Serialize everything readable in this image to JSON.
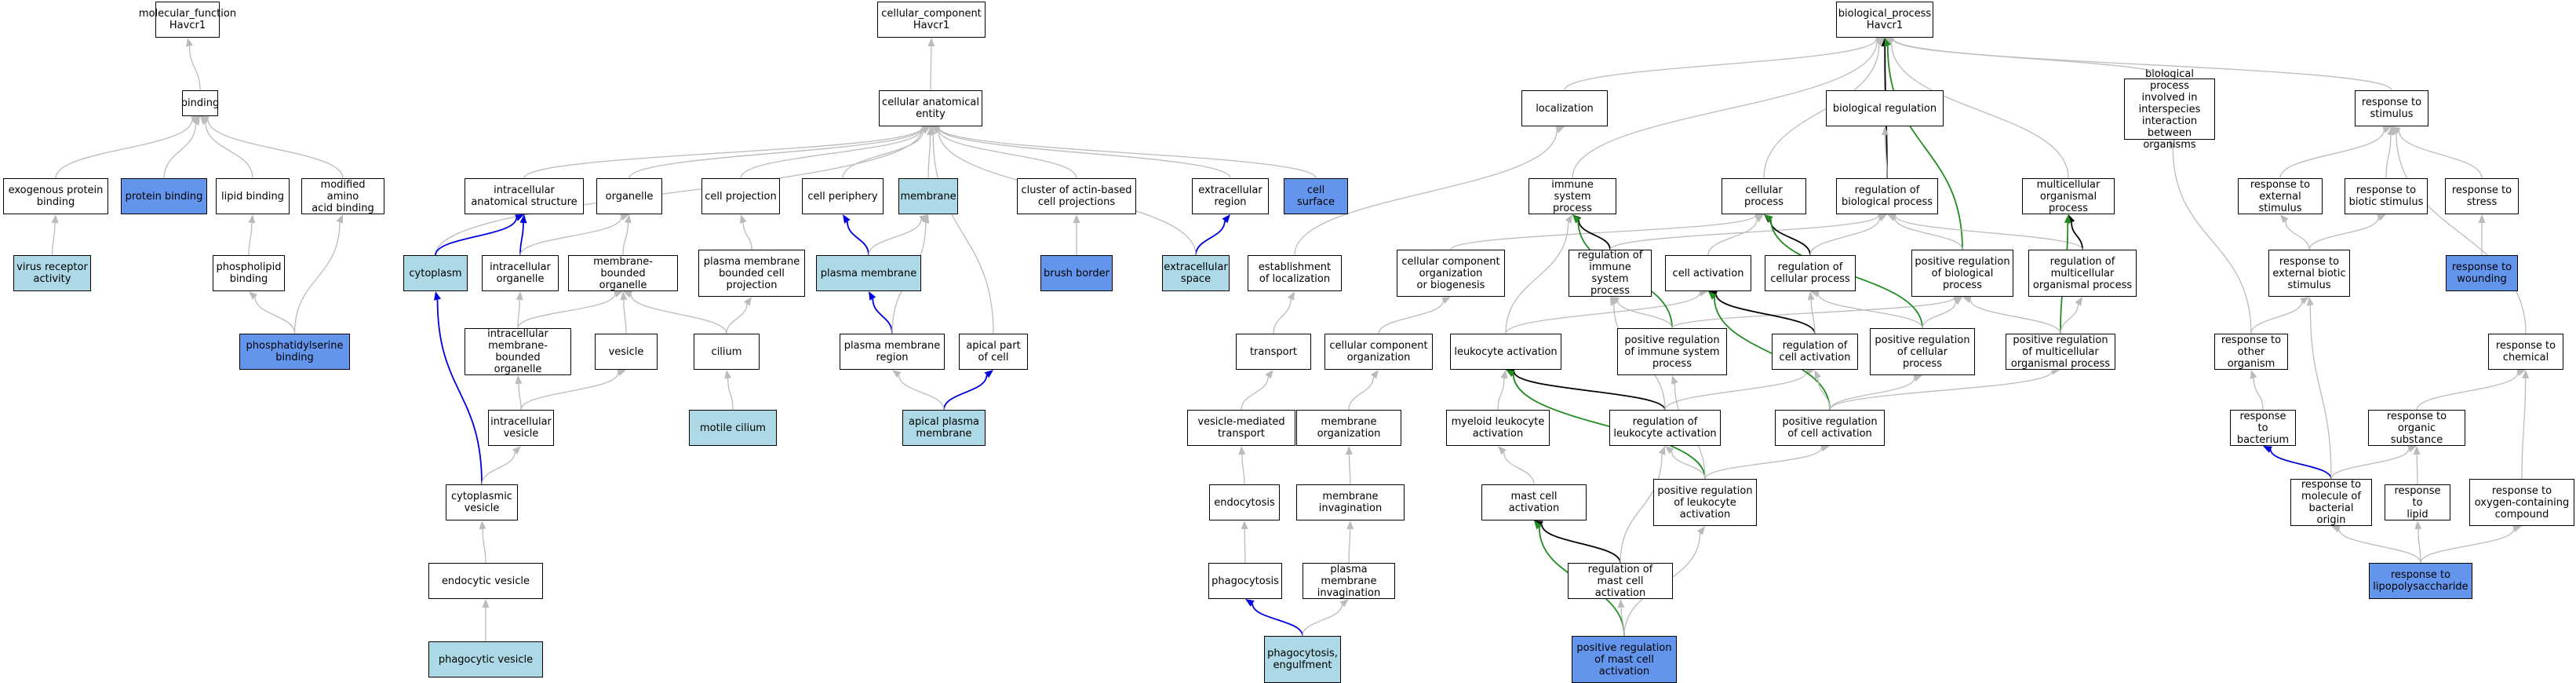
{
  "colors": {
    "plain": "#ffffff",
    "light": "#add8e6",
    "strong": "#6495ed",
    "edge_gray": "#bbbbbb",
    "edge_black": "#000000",
    "edge_blue": "#0000dd",
    "edge_green": "#228b22"
  },
  "nodes": [
    {
      "id": "mf",
      "label": "molecular_function\nHavcr1",
      "fill": "plain"
    },
    {
      "id": "binding",
      "label": "binding",
      "fill": "plain"
    },
    {
      "id": "exo",
      "label": "exogenous protein\nbinding",
      "fill": "plain"
    },
    {
      "id": "protbind",
      "label": "protein binding",
      "fill": "strong"
    },
    {
      "id": "lipidbind",
      "label": "lipid binding",
      "fill": "plain"
    },
    {
      "id": "modamino",
      "label": "modified amino\nacid binding",
      "fill": "plain"
    },
    {
      "id": "virus",
      "label": "virus receptor\nactivity",
      "fill": "light"
    },
    {
      "id": "phospho",
      "label": "phospholipid\nbinding",
      "fill": "plain"
    },
    {
      "id": "pserine",
      "label": "phosphatidylserine\nbinding",
      "fill": "strong"
    },
    {
      "id": "cc",
      "label": "cellular_component\nHavcr1",
      "fill": "plain"
    },
    {
      "id": "cae",
      "label": "cellular anatomical\nentity",
      "fill": "plain"
    },
    {
      "id": "ias",
      "label": "intracellular\nanatomical structure",
      "fill": "plain"
    },
    {
      "id": "organelle",
      "label": "organelle",
      "fill": "plain"
    },
    {
      "id": "cellproj",
      "label": "cell projection",
      "fill": "plain"
    },
    {
      "id": "periph",
      "label": "cell periphery",
      "fill": "plain"
    },
    {
      "id": "membrane",
      "label": "membrane",
      "fill": "light"
    },
    {
      "id": "actin",
      "label": "cluster of actin-based\ncell projections",
      "fill": "plain"
    },
    {
      "id": "extreg",
      "label": "extracellular\nregion",
      "fill": "plain"
    },
    {
      "id": "cellsurf",
      "label": "cell surface",
      "fill": "strong"
    },
    {
      "id": "cytoplasm",
      "label": "cytoplasm",
      "fill": "light"
    },
    {
      "id": "intorg",
      "label": "intracellular\norganelle",
      "fill": "plain"
    },
    {
      "id": "membound",
      "label": "membrane-bounded\norganelle",
      "fill": "plain"
    },
    {
      "id": "pmbcp",
      "label": "plasma membrane\nbounded cell\nprojection",
      "fill": "plain"
    },
    {
      "id": "pm",
      "label": "plasma membrane",
      "fill": "light"
    },
    {
      "id": "brush",
      "label": "brush border",
      "fill": "strong"
    },
    {
      "id": "extspace",
      "label": "extracellular\nspace",
      "fill": "light"
    },
    {
      "id": "imbo",
      "label": "intracellular\nmembrane-bounded\norganelle",
      "fill": "plain"
    },
    {
      "id": "vesicle",
      "label": "vesicle",
      "fill": "plain"
    },
    {
      "id": "cilium",
      "label": "cilium",
      "fill": "plain"
    },
    {
      "id": "pmregion",
      "label": "plasma membrane\nregion",
      "fill": "plain"
    },
    {
      "id": "apicalpart",
      "label": "apical part\nof cell",
      "fill": "plain"
    },
    {
      "id": "intves",
      "label": "intracellular\nvesicle",
      "fill": "plain"
    },
    {
      "id": "motile",
      "label": "motile cilium",
      "fill": "light"
    },
    {
      "id": "apm",
      "label": "apical plasma\nmembrane",
      "fill": "light"
    },
    {
      "id": "cytoves",
      "label": "cytoplasmic\nvesicle",
      "fill": "plain"
    },
    {
      "id": "endoves",
      "label": "endocytic vesicle",
      "fill": "plain"
    },
    {
      "id": "phagoves",
      "label": "phagocytic vesicle",
      "fill": "light"
    },
    {
      "id": "bp",
      "label": "biological_process\nHavcr1",
      "fill": "plain"
    },
    {
      "id": "local",
      "label": "localization",
      "fill": "plain"
    },
    {
      "id": "biore",
      "label": "biological regulation",
      "fill": "plain"
    },
    {
      "id": "interspec",
      "label": "biological process\ninvolved in\ninterspecies\ninteraction\nbetween organisms",
      "fill": "plain"
    },
    {
      "id": "resstim",
      "label": "response to\nstimulus",
      "fill": "plain"
    },
    {
      "id": "immsys",
      "label": "immune system\nprocess",
      "fill": "plain"
    },
    {
      "id": "cellproc",
      "label": "cellular process",
      "fill": "plain"
    },
    {
      "id": "regbio",
      "label": "regulation of\nbiological process",
      "fill": "plain"
    },
    {
      "id": "multi",
      "label": "multicellular\norganismal process",
      "fill": "plain"
    },
    {
      "id": "resext",
      "label": "response to\nexternal stimulus",
      "fill": "plain"
    },
    {
      "id": "resbiotic",
      "label": "response to biotic stimulus",
      "fill": "plain"
    },
    {
      "id": "resstress",
      "label": "response to\nstress",
      "fill": "plain"
    },
    {
      "id": "estloc",
      "label": "establishment\nof localization",
      "fill": "plain"
    },
    {
      "id": "ccob",
      "label": "cellular component\norganization\nor biogenesis",
      "fill": "plain"
    },
    {
      "id": "regimm",
      "label": "regulation of\nimmune system\nprocess",
      "fill": "plain"
    },
    {
      "id": "cellact",
      "label": "cell activation",
      "fill": "plain"
    },
    {
      "id": "regcell",
      "label": "regulation of\ncellular process",
      "fill": "plain"
    },
    {
      "id": "posregbio",
      "label": "positive regulation\nof biological\nprocess",
      "fill": "plain"
    },
    {
      "id": "regmulti",
      "label": "regulation of\nmulticellular\norganismal process",
      "fill": "plain"
    },
    {
      "id": "resextbio",
      "label": "response to\nexternal biotic\nstimulus",
      "fill": "plain"
    },
    {
      "id": "reswound",
      "label": "response to\nwounding",
      "fill": "strong"
    },
    {
      "id": "transport",
      "label": "transport",
      "fill": "plain"
    },
    {
      "id": "ccorg",
      "label": "cellular component\norganization",
      "fill": "plain"
    },
    {
      "id": "leukact",
      "label": "leukocyte activation",
      "fill": "plain"
    },
    {
      "id": "posregimm",
      "label": "positive regulation\nof immune system\nprocess",
      "fill": "plain"
    },
    {
      "id": "regcellact",
      "label": "regulation of\ncell activation",
      "fill": "plain"
    },
    {
      "id": "posregcell",
      "label": "positive regulation\nof cellular\nprocess",
      "fill": "plain"
    },
    {
      "id": "posregmulti",
      "label": "positive regulation\nof multicellular\norganismal process",
      "fill": "plain"
    },
    {
      "id": "resother",
      "label": "response to\nother organism",
      "fill": "plain"
    },
    {
      "id": "reschem",
      "label": "response to\nchemical",
      "fill": "plain"
    },
    {
      "id": "vesmed",
      "label": "vesicle-mediated\ntransport",
      "fill": "plain"
    },
    {
      "id": "memorg",
      "label": "membrane organization",
      "fill": "plain"
    },
    {
      "id": "myeloid",
      "label": "myeloid leukocyte\nactivation",
      "fill": "plain"
    },
    {
      "id": "regleuk",
      "label": "regulation of\nleukocyte activation",
      "fill": "plain"
    },
    {
      "id": "posregcellact",
      "label": "positive regulation\nof cell activation",
      "fill": "plain"
    },
    {
      "id": "resbact",
      "label": "response to\nbacterium",
      "fill": "plain"
    },
    {
      "id": "resorg",
      "label": "response to\norganic substance",
      "fill": "plain"
    },
    {
      "id": "endocyt",
      "label": "endocytosis",
      "fill": "plain"
    },
    {
      "id": "meminv",
      "label": "membrane invagination",
      "fill": "plain"
    },
    {
      "id": "mastact",
      "label": "mast cell activation",
      "fill": "plain"
    },
    {
      "id": "posregleuk",
      "label": "positive regulation\nof leukocyte\nactivation",
      "fill": "plain"
    },
    {
      "id": "resmolbact",
      "label": "response to\nmolecule of\nbacterial origin",
      "fill": "plain"
    },
    {
      "id": "reslipid",
      "label": "response to\nlipid",
      "fill": "plain"
    },
    {
      "id": "resoxy",
      "label": "response to\noxygen-containing\ncompound",
      "fill": "plain"
    },
    {
      "id": "phagocyt",
      "label": "phagocytosis",
      "fill": "plain"
    },
    {
      "id": "pminv",
      "label": "plasma membrane\ninvagination",
      "fill": "plain"
    },
    {
      "id": "regmast",
      "label": "regulation of\nmast cell activation",
      "fill": "plain"
    },
    {
      "id": "reslps",
      "label": "response to\nlipopolysaccharide",
      "fill": "strong"
    },
    {
      "id": "engulf",
      "label": "phagocytosis,\nengulfment",
      "fill": "light"
    },
    {
      "id": "posregmast",
      "label": "positive regulation\nof mast cell\nactivation",
      "fill": "strong"
    }
  ],
  "edges": [
    [
      "binding",
      "mf",
      "gray"
    ],
    [
      "exo",
      "binding",
      "gray"
    ],
    [
      "protbind",
      "binding",
      "gray"
    ],
    [
      "lipidbind",
      "binding",
      "gray"
    ],
    [
      "modamino",
      "binding",
      "gray"
    ],
    [
      "virus",
      "exo",
      "gray"
    ],
    [
      "phospho",
      "lipidbind",
      "gray"
    ],
    [
      "pserine",
      "phospho",
      "gray"
    ],
    [
      "pserine",
      "modamino",
      "gray"
    ],
    [
      "cae",
      "cc",
      "gray"
    ],
    [
      "ias",
      "cae",
      "gray"
    ],
    [
      "organelle",
      "cae",
      "gray"
    ],
    [
      "cellproj",
      "cae",
      "gray"
    ],
    [
      "periph",
      "cae",
      "gray"
    ],
    [
      "membrane",
      "cae",
      "gray"
    ],
    [
      "actin",
      "cae",
      "gray"
    ],
    [
      "extreg",
      "cae",
      "gray"
    ],
    [
      "cellsurf",
      "cae",
      "gray"
    ],
    [
      "cytoplasm",
      "cae",
      "gray"
    ],
    [
      "cytoplasm",
      "ias",
      "blue"
    ],
    [
      "intorg",
      "ias",
      "blue"
    ],
    [
      "intorg",
      "organelle",
      "gray"
    ],
    [
      "membound",
      "organelle",
      "gray"
    ],
    [
      "pmbcp",
      "cellproj",
      "gray"
    ],
    [
      "pm",
      "periph",
      "blue"
    ],
    [
      "pm",
      "membrane",
      "gray"
    ],
    [
      "brush",
      "actin",
      "gray"
    ],
    [
      "extspace",
      "extreg",
      "blue"
    ],
    [
      "extspace",
      "cae",
      "gray"
    ],
    [
      "imbo",
      "intorg",
      "gray"
    ],
    [
      "imbo",
      "membound",
      "gray"
    ],
    [
      "vesicle",
      "membound",
      "gray"
    ],
    [
      "cilium",
      "pmbcp",
      "gray"
    ],
    [
      "cilium",
      "membound",
      "gray"
    ],
    [
      "pmregion",
      "pm",
      "blue"
    ],
    [
      "pmregion",
      "membrane",
      "gray"
    ],
    [
      "apicalpart",
      "cae",
      "gray"
    ],
    [
      "intves",
      "imbo",
      "gray"
    ],
    [
      "intves",
      "vesicle",
      "gray"
    ],
    [
      "motile",
      "cilium",
      "gray"
    ],
    [
      "apm",
      "apicalpart",
      "blue"
    ],
    [
      "apm",
      "pmregion",
      "gray"
    ],
    [
      "cytoves",
      "cytoplasm",
      "blue"
    ],
    [
      "cytoves",
      "intves",
      "gray"
    ],
    [
      "endoves",
      "cytoves",
      "gray"
    ],
    [
      "phagoves",
      "endoves",
      "gray"
    ],
    [
      "local",
      "bp",
      "gray"
    ],
    [
      "biore",
      "bp",
      "gray"
    ],
    [
      "interspec",
      "bp",
      "gray"
    ],
    [
      "resstim",
      "bp",
      "gray"
    ],
    [
      "immsys",
      "bp",
      "gray"
    ],
    [
      "cellproc",
      "bp",
      "gray"
    ],
    [
      "regbio",
      "bp",
      "black"
    ],
    [
      "regbio",
      "biore",
      "gray"
    ],
    [
      "multi",
      "bp",
      "gray"
    ],
    [
      "posregbio",
      "bp",
      "green"
    ],
    [
      "resext",
      "resstim",
      "gray"
    ],
    [
      "resbiotic",
      "resstim",
      "gray"
    ],
    [
      "resstress",
      "resstim",
      "gray"
    ],
    [
      "estloc",
      "local",
      "gray"
    ],
    [
      "ccob",
      "cellproc",
      "gray"
    ],
    [
      "regimm",
      "immsys",
      "black"
    ],
    [
      "regimm",
      "regbio",
      "gray"
    ],
    [
      "cellact",
      "cellproc",
      "gray"
    ],
    [
      "regcell",
      "cellproc",
      "black"
    ],
    [
      "regcell",
      "regbio",
      "gray"
    ],
    [
      "posregbio",
      "regbio",
      "gray"
    ],
    [
      "regmulti",
      "multi",
      "black"
    ],
    [
      "regmulti",
      "regbio",
      "gray"
    ],
    [
      "resextbio",
      "resext",
      "gray"
    ],
    [
      "resextbio",
      "resbiotic",
      "gray"
    ],
    [
      "reswound",
      "resstress",
      "gray"
    ],
    [
      "transport",
      "estloc",
      "gray"
    ],
    [
      "ccorg",
      "ccob",
      "gray"
    ],
    [
      "leukact",
      "cellact",
      "gray"
    ],
    [
      "leukact",
      "immsys",
      "gray"
    ],
    [
      "posregimm",
      "immsys",
      "green"
    ],
    [
      "posregimm",
      "regimm",
      "gray"
    ],
    [
      "posregimm",
      "posregbio",
      "gray"
    ],
    [
      "regcellact",
      "cellact",
      "black"
    ],
    [
      "regcellact",
      "regcell",
      "gray"
    ],
    [
      "posregcell",
      "cellproc",
      "green"
    ],
    [
      "posregcell",
      "regcell",
      "gray"
    ],
    [
      "posregcell",
      "posregbio",
      "gray"
    ],
    [
      "posregmulti",
      "multi",
      "green"
    ],
    [
      "posregmulti",
      "regmulti",
      "gray"
    ],
    [
      "posregmulti",
      "posregbio",
      "gray"
    ],
    [
      "resother",
      "interspec",
      "gray"
    ],
    [
      "resother",
      "resextbio",
      "gray"
    ],
    [
      "reschem",
      "resstim",
      "gray"
    ],
    [
      "vesmed",
      "transport",
      "gray"
    ],
    [
      "memorg",
      "ccorg",
      "gray"
    ],
    [
      "myeloid",
      "leukact",
      "gray"
    ],
    [
      "regleuk",
      "leukact",
      "black"
    ],
    [
      "regleuk",
      "regimm",
      "gray"
    ],
    [
      "regleuk",
      "regcellact",
      "gray"
    ],
    [
      "posregcellact",
      "cellact",
      "green"
    ],
    [
      "posregcellact",
      "regcellact",
      "gray"
    ],
    [
      "posregcellact",
      "posregcell",
      "gray"
    ],
    [
      "posregcellact",
      "posregmulti",
      "gray"
    ],
    [
      "resbact",
      "resother",
      "gray"
    ],
    [
      "resorg",
      "reschem",
      "gray"
    ],
    [
      "endocyt",
      "vesmed",
      "gray"
    ],
    [
      "meminv",
      "memorg",
      "gray"
    ],
    [
      "mastact",
      "myeloid",
      "gray"
    ],
    [
      "posregleuk",
      "leukact",
      "green"
    ],
    [
      "posregleuk",
      "regleuk",
      "gray"
    ],
    [
      "posregleuk",
      "posregimm",
      "gray"
    ],
    [
      "posregleuk",
      "posregcellact",
      "gray"
    ],
    [
      "resmolbact",
      "resbact",
      "blue"
    ],
    [
      "resmolbact",
      "resorg",
      "gray"
    ],
    [
      "resmolbact",
      "resextbio",
      "gray"
    ],
    [
      "reslipid",
      "resorg",
      "gray"
    ],
    [
      "resoxy",
      "reschem",
      "gray"
    ],
    [
      "phagocyt",
      "endocyt",
      "gray"
    ],
    [
      "pminv",
      "meminv",
      "gray"
    ],
    [
      "regmast",
      "mastact",
      "black"
    ],
    [
      "regmast",
      "regleuk",
      "gray"
    ],
    [
      "reslps",
      "resmolbact",
      "gray"
    ],
    [
      "reslps",
      "reslipid",
      "gray"
    ],
    [
      "reslps",
      "resoxy",
      "gray"
    ],
    [
      "engulf",
      "phagocyt",
      "blue"
    ],
    [
      "engulf",
      "pminv",
      "gray"
    ],
    [
      "posregmast",
      "mastact",
      "green"
    ],
    [
      "posregmast",
      "regmast",
      "gray"
    ],
    [
      "posregmast",
      "posregleuk",
      "gray"
    ]
  ]
}
